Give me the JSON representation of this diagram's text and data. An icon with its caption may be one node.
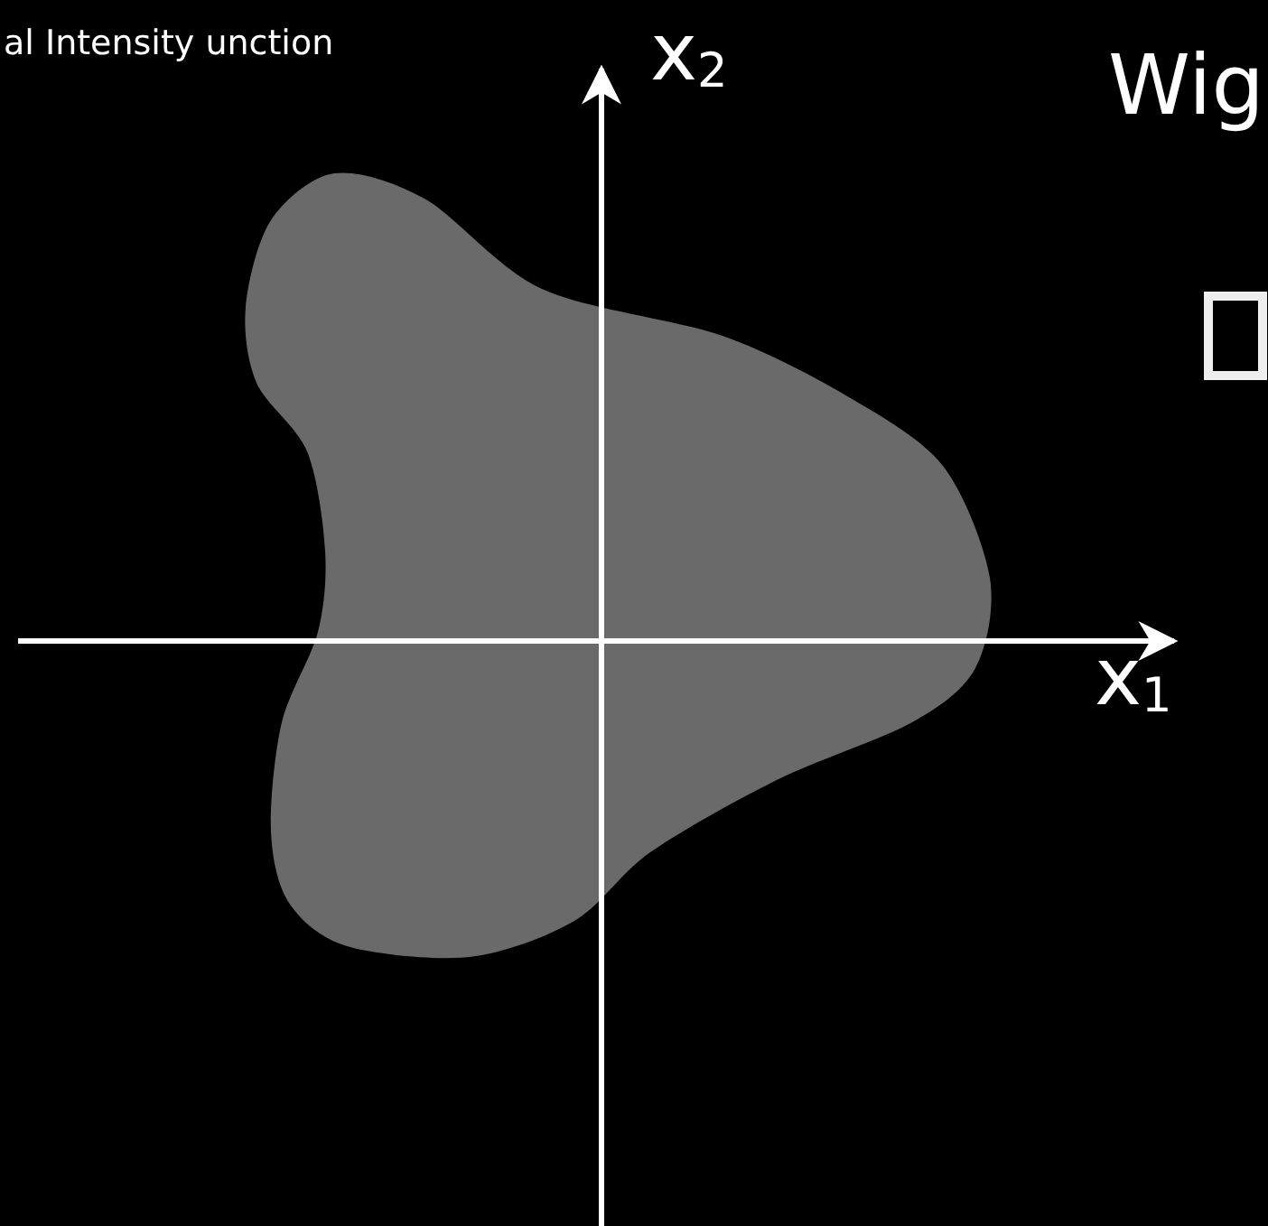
{
  "diagram": {
    "labels": [
      "al Intensity unction",
      "x$_{2}$",
      "Wig",
      "x$_{1}$"
    ]
  }
}
